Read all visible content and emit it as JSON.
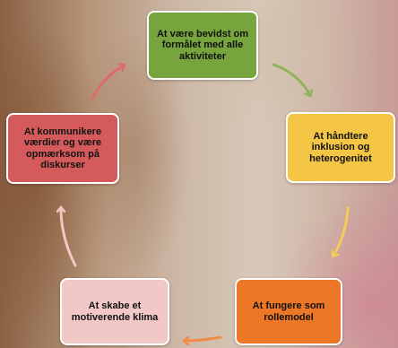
{
  "cycle": {
    "steps": [
      {
        "label": "At være bevidst om formålet med alle aktiviteter",
        "color": "#77a43c"
      },
      {
        "label": "At håndtere inklusion og heterogenitet",
        "color": "#f5c646"
      },
      {
        "label": "At fungere som rollemodel",
        "color": "#ec7726"
      },
      {
        "label": "At skabe et motiverende klima",
        "color": "#f1c8c6"
      },
      {
        "label": "At kommunikere værdier og være opmærksom på diskurser",
        "color": "#d55a5c"
      }
    ],
    "arrow_colors": [
      "#8fb35a",
      "#f3cc5a",
      "#f08a45",
      "#f3c6c3",
      "#de6a6c"
    ]
  }
}
